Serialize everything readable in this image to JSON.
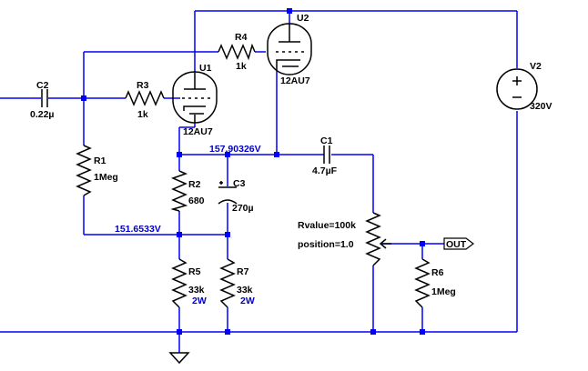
{
  "colors": {
    "wire": "#0000ff",
    "component": "#000000",
    "voltage_label": "#0000cc"
  },
  "components": {
    "c2": {
      "ref": "C2",
      "value": "0.22µ"
    },
    "r3": {
      "ref": "R3",
      "value": "1k"
    },
    "r4": {
      "ref": "R4",
      "value": "1k"
    },
    "u1": {
      "ref": "U1",
      "model": "12AU7"
    },
    "u2": {
      "ref": "U2",
      "model": "12AU7"
    },
    "v2": {
      "ref": "V2",
      "value": "320V"
    },
    "r1": {
      "ref": "R1",
      "value": "1Meg"
    },
    "r2": {
      "ref": "R2",
      "value": "680"
    },
    "c3": {
      "ref": "C3",
      "value": "270µ"
    },
    "c1": {
      "ref": "C1",
      "value": "4.7µF"
    },
    "pot": {
      "rvalue": "Rvalue=100k",
      "position": "position=1.0"
    },
    "r5": {
      "ref": "R5",
      "value": "33k",
      "power": "2W"
    },
    "r7": {
      "ref": "R7",
      "value": "33k",
      "power": "2W"
    },
    "r6": {
      "ref": "R6",
      "value": "1Meg"
    }
  },
  "node_voltages": {
    "cathode_u2": "157.90326V",
    "bias_node": "151.6533V"
  },
  "output_port": "OUT",
  "icons": {
    "ground": "ground-icon",
    "output": "output-port-icon"
  }
}
